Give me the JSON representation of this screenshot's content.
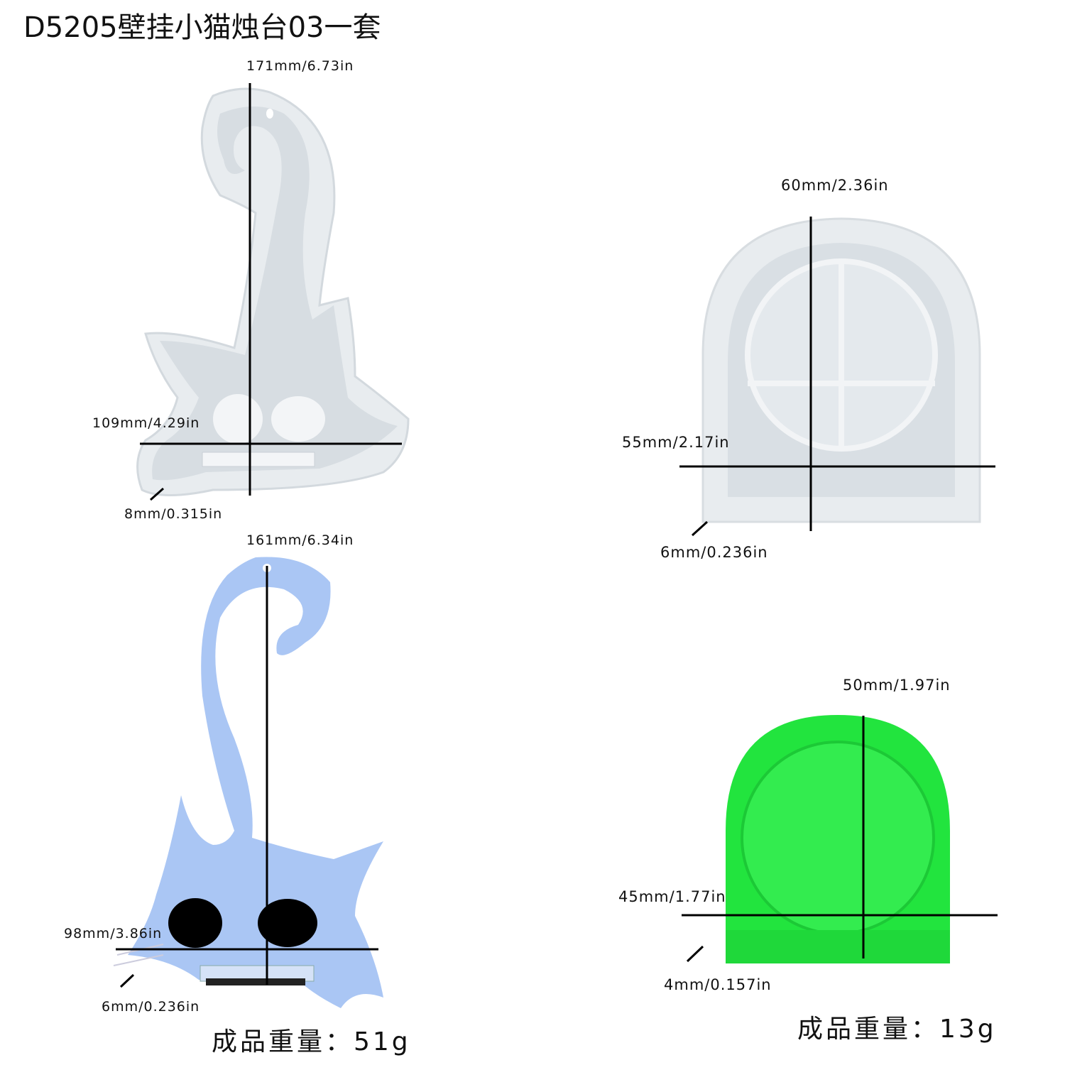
{
  "title": "D5205壁挂小猫烛台03一套",
  "products": [
    {
      "name": "cat-mold",
      "height_label": "171mm/6.73in",
      "width_label": "109mm/4.29in",
      "depth_label": "8mm/0.315in"
    },
    {
      "name": "arch-mold",
      "height_label": "60mm/2.36in",
      "width_label": "55mm/2.17in",
      "depth_label": "6mm/0.236in"
    },
    {
      "name": "cat-finished",
      "height_label": "161mm/6.34in",
      "width_label": "98mm/3.86in",
      "depth_label": "6mm/0.236in",
      "weight_label": "成品重量：51g"
    },
    {
      "name": "arch-finished",
      "height_label": "50mm/1.97in",
      "width_label": "45mm/1.77in",
      "depth_label": "4mm/0.157in",
      "weight_label": "成品重量：13g"
    }
  ],
  "colors": {
    "silicone": "#e6eaee",
    "blue": "#a9c5f3",
    "green": "#22e43e",
    "line": "#000000"
  }
}
